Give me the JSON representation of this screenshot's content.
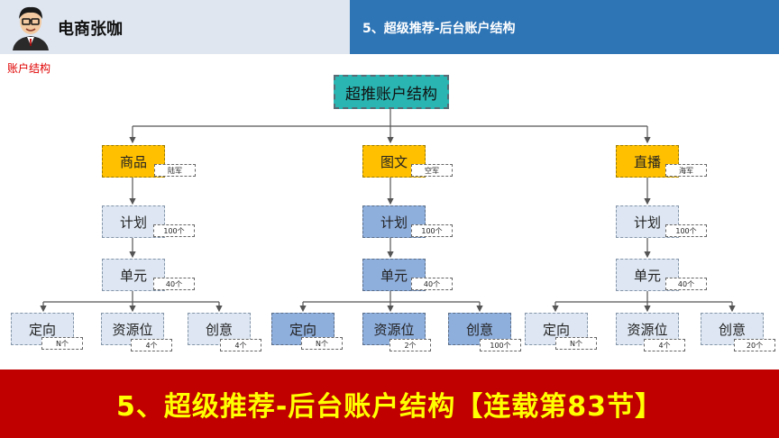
{
  "header": {
    "brand": "电商张咖",
    "title": "5、超级推荐-后台账户结构"
  },
  "section_label": "账户结构",
  "diagram": {
    "root": "超推账户结构",
    "branches": [
      {
        "name": "商品",
        "tag": "陆军",
        "plan": {
          "label": "计划",
          "tag": "100个"
        },
        "unit": {
          "label": "单元",
          "tag": "40个"
        },
        "leaves": [
          {
            "label": "定向",
            "tag": "N个"
          },
          {
            "label": "资源位",
            "tag": "4个"
          },
          {
            "label": "创意",
            "tag": "4个"
          }
        ]
      },
      {
        "name": "图文",
        "tag": "空军",
        "plan": {
          "label": "计划",
          "tag": "100个"
        },
        "unit": {
          "label": "单元",
          "tag": "40个"
        },
        "leaves": [
          {
            "label": "定向",
            "tag": "N个"
          },
          {
            "label": "资源位",
            "tag": "2个"
          },
          {
            "label": "创意",
            "tag": "100个"
          }
        ]
      },
      {
        "name": "直播",
        "tag": "海军",
        "plan": {
          "label": "计划",
          "tag": "100个"
        },
        "unit": {
          "label": "单元",
          "tag": "40个"
        },
        "leaves": [
          {
            "label": "定向",
            "tag": "N个"
          },
          {
            "label": "资源位",
            "tag": "4个"
          },
          {
            "label": "创意",
            "tag": "20个"
          }
        ]
      }
    ]
  },
  "banner": "5、超级推荐-后台账户结构【连载第83节】",
  "colors": {
    "header_blue": "#2e75b6",
    "banner_red": "#c00000",
    "banner_text": "#ffff00",
    "root_teal": "#2ab5b2",
    "category_yellow": "#ffc000",
    "node_light": "#dde6f2",
    "node_mid": "#8eaedc"
  }
}
